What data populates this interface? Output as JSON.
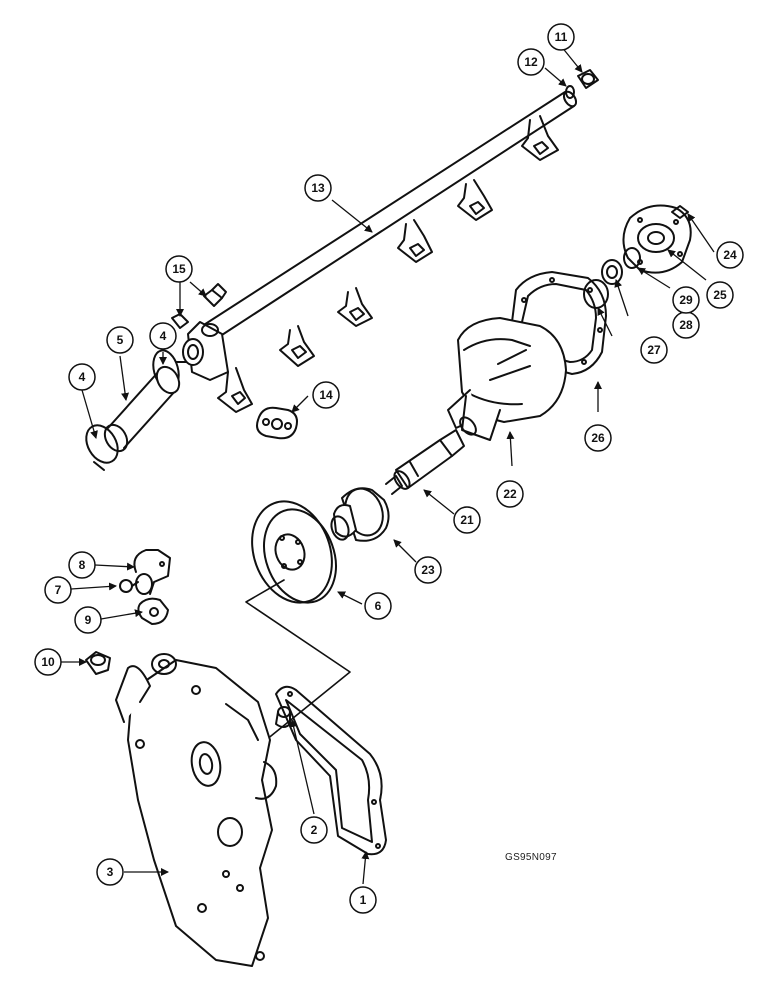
{
  "diagram": {
    "drawing_code": "GS95N097",
    "callouts": [
      {
        "num": "1"
      },
      {
        "num": "2"
      },
      {
        "num": "3"
      },
      {
        "num": "4"
      },
      {
        "num": "4"
      },
      {
        "num": "5"
      },
      {
        "num": "6"
      },
      {
        "num": "7"
      },
      {
        "num": "8"
      },
      {
        "num": "9"
      },
      {
        "num": "10"
      },
      {
        "num": "11"
      },
      {
        "num": "12"
      },
      {
        "num": "13"
      },
      {
        "num": "14"
      },
      {
        "num": "15"
      },
      {
        "num": "21"
      },
      {
        "num": "22"
      },
      {
        "num": "23"
      },
      {
        "num": "24"
      },
      {
        "num": "25"
      },
      {
        "num": "26"
      },
      {
        "num": "27"
      },
      {
        "num": "28"
      },
      {
        "num": "29"
      }
    ]
  }
}
